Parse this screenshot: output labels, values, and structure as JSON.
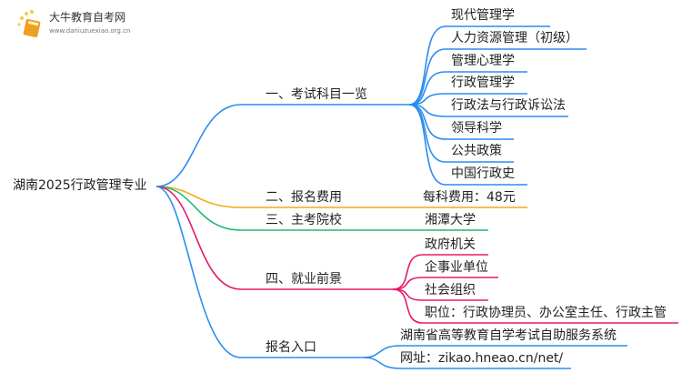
{
  "logo": {
    "title": "大牛教育自考网",
    "url": "www.daniuzuexiao.org.cn"
  },
  "root": "湖南2025行政管理专业",
  "branches": [
    {
      "label": "一、考试科目一览",
      "color": "#2b8cf0",
      "children": [
        "现代管理学",
        "人力资源管理（初级）",
        "管理心理学",
        "行政管理学",
        "行政法与行政诉讼法",
        "领导科学",
        "公共政策",
        "中国行政史"
      ]
    },
    {
      "label": "二、报名费用",
      "color": "#f5a91a",
      "children": [
        "每科费用：48元"
      ]
    },
    {
      "label": "三、主考院校",
      "color": "#1dbb6a",
      "children": [
        "湘潭大学"
      ]
    },
    {
      "label": "四、就业前景",
      "color": "#e8186e",
      "children": [
        "政府机关",
        "企事业单位",
        "社会组织",
        "职位：行政协理员、办公室主任、行政主管"
      ]
    },
    {
      "label": "报名入口",
      "color": "#2b8cf0",
      "children": [
        "湖南省高等教育自学考试自助服务系统",
        "网址：zikao.hneao.cn/net/"
      ]
    }
  ]
}
